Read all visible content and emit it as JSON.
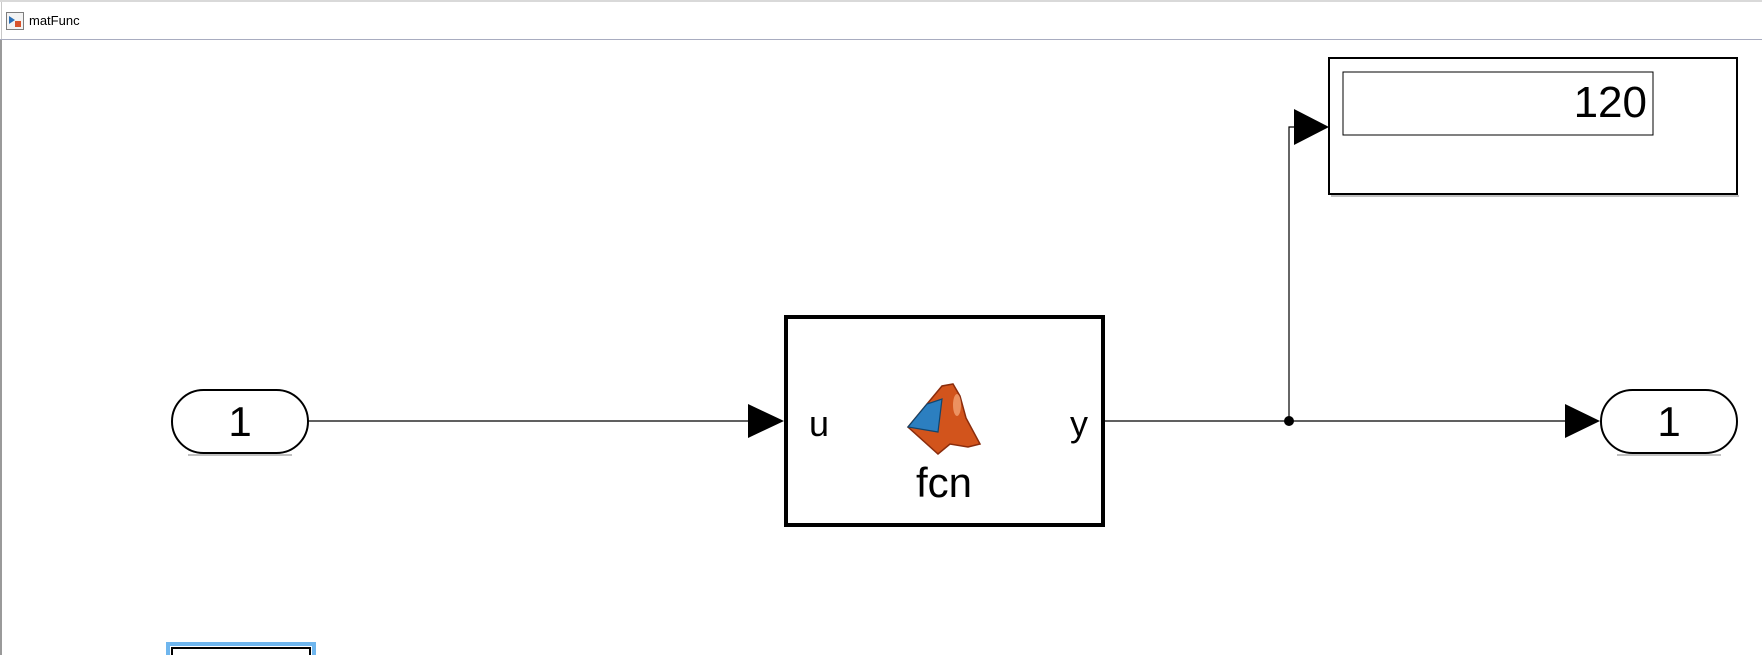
{
  "window": {
    "tab_title": "matFunc",
    "tab_icon": "simulink-model-icon"
  },
  "diagram": {
    "inport": {
      "label": "1"
    },
    "matlab_function": {
      "name": "fcn",
      "input_port": "u",
      "output_port": "y",
      "icon": "matlab-logo-icon"
    },
    "display": {
      "value": "120"
    },
    "outport": {
      "label": "1"
    }
  },
  "colors": {
    "line": "#000000",
    "selection": "#6fb6ee",
    "matlab_orange": "#d2541c",
    "matlab_blue": "#2c7fc0"
  }
}
